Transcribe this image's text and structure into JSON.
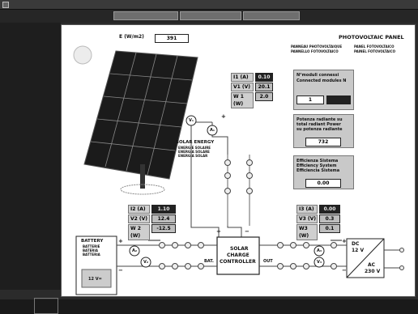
{
  "header": {
    "e_label": "E (W/m2)",
    "e_value": "391"
  },
  "panel_title": {
    "title": "PHOTOVOLTAIC PANEL",
    "sub1": "PANNEAU PHOTOVOLTAIQUE",
    "sub2": "PANEL FOTOVOLTAICO",
    "sub3": "PANNELLO FOTOVOLTAICO",
    "sub4": "PAINEL FOTOVOLTAICO"
  },
  "panel_meter": {
    "i_label": "I1 (A)",
    "v_label": "V1 (V)",
    "w_label": "W 1 (W)",
    "i_value": "0.10",
    "v_value": "20.1",
    "w_value": "2.0"
  },
  "modules": {
    "line1": "N°moduli connessi",
    "line2": "Connected modules N",
    "line3": "",
    "value": "1"
  },
  "power": {
    "line1": "Potenza radiante su",
    "line2": "total radiant Power",
    "line3": "su potenza radiante",
    "value": "732"
  },
  "efficiency": {
    "line1": "Efficienza Sistema",
    "line2": "Efficiency System",
    "line3": "Efficiencia Sistema",
    "value": "0.00"
  },
  "solar_energy": {
    "l1": "SOLAR ENERGY",
    "l2": "ENERGIE SOLAIRE",
    "l3": "ENERGIA SOLARE",
    "l4": "ENERGIA SOLAR"
  },
  "battery_meter": {
    "i_label": "I2 (A)",
    "v_label": "V2 (V)",
    "w_label": "W 2 (W)",
    "i_value": "1.10",
    "v_value": "12.4",
    "w_value": "-12.5"
  },
  "out_meter": {
    "i_label": "I3 (A)",
    "v_label": "V3 (V)",
    "w_label": "W3 (W)",
    "i_value": "0.00",
    "v_value": "0.3",
    "w_value": "0.1"
  },
  "battery": {
    "l1": "BATTERY",
    "l2": "BATTERIE",
    "l3": "BATERIA",
    "l4": "BATTERIA",
    "volt": "12 V="
  },
  "controller": {
    "l1": "SOLAR",
    "l2": "CHARGE",
    "l3": "CONTROLLER"
  },
  "ports": {
    "bat": "BAT.",
    "out": "OUT"
  },
  "inverter": {
    "dc": "DC",
    "dcv": "12 V",
    "ac": "AC",
    "acv": "230 V"
  },
  "meters": {
    "a": "A",
    "v": "V",
    "a1": "A₁",
    "v1": "V₁",
    "a2": "A₂",
    "v2": "V₂",
    "a3": "A₃",
    "v3": "V₃"
  },
  "signs": {
    "plus": "+",
    "minus": "−"
  }
}
